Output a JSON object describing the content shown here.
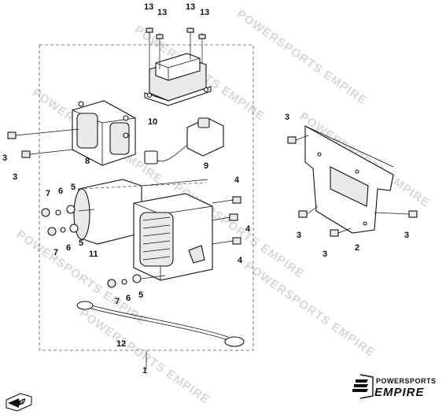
{
  "diagram": {
    "callouts": {
      "c1": "1",
      "c2": "2",
      "c3a": "3",
      "c3b": "3",
      "c3c": "3",
      "c3d": "3",
      "c3e": "3",
      "c3f": "3",
      "c4a": "4",
      "c4b": "4",
      "c4c": "4",
      "c5a": "5",
      "c5b": "5",
      "c5c": "5",
      "c6a": "6",
      "c6b": "6",
      "c6c": "6",
      "c7a": "7",
      "c7b": "7",
      "c7c": "7",
      "c8": "8",
      "c9": "9",
      "c10": "10",
      "c11": "11",
      "c12": "12",
      "c13a": "13",
      "c13b": "13",
      "c13c": "13",
      "c13d": "13"
    },
    "watermark_text": "POWERSPORTS EMPIRE",
    "fwd_icon_label": "FWD"
  },
  "logo": {
    "top_text": "POWERSPORTS",
    "main_text": "EMPIRE"
  },
  "colors": {
    "line": "#111111",
    "watermark": "#d8d8d8",
    "background": "#ffffff"
  }
}
